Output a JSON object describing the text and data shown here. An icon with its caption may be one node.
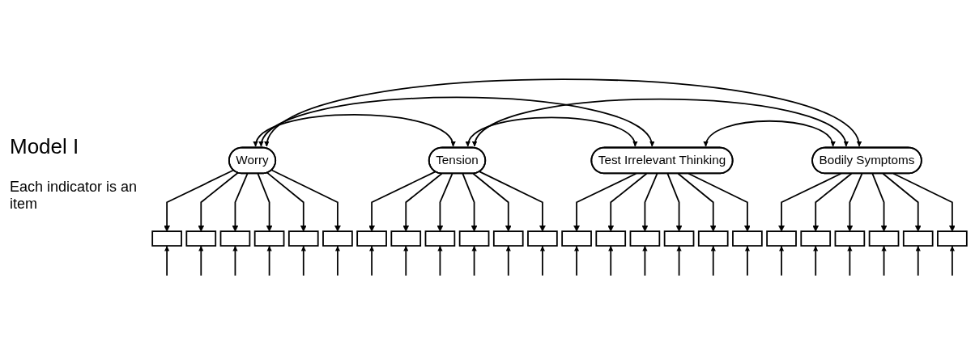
{
  "diagram": {
    "nodes": [
      {
        "text": [
          "Worry"
        ]
      },
      {
        "text": [
          "Tension"
        ]
      },
      {
        "text": [
          "Test Irrelevant Thinking"
        ]
      },
      {
        "text": [
          "Bodily Symptoms"
        ]
      },
      {
        "text": [],
        "shape": "box"
      },
      {
        "text": [],
        "shape": "box"
      },
      {
        "text": [],
        "shape": "box"
      },
      {
        "text": [],
        "shape": "box"
      },
      {
        "text": [],
        "shape": "box"
      },
      {
        "text": [],
        "shape": "box"
      },
      {
        "text": [],
        "shape": "box"
      },
      {
        "text": [],
        "shape": "box"
      },
      {
        "text": [],
        "shape": "box"
      },
      {
        "text": [],
        "shape": "box"
      },
      {
        "text": [],
        "shape": "box"
      },
      {
        "text": [],
        "shape": "box"
      },
      {
        "text": [],
        "shape": "box"
      },
      {
        "text": [],
        "shape": "box"
      },
      {
        "text": [],
        "shape": "box"
      },
      {
        "text": [],
        "shape": "box"
      },
      {
        "text": [],
        "shape": "box"
      },
      {
        "text": [],
        "shape": "box"
      },
      {
        "text": [],
        "shape": "box"
      },
      {
        "text": [],
        "shape": "box"
      },
      {
        "text": [],
        "shape": "box"
      },
      {
        "text": [],
        "shape": "box"
      },
      {
        "text": [],
        "shape": "box"
      },
      {
        "text": [],
        "shape": "box"
      }
    ],
    "edges": [
      {
        "from": 0,
        "to": 1,
        "arrow": "both"
      },
      {
        "from": 0,
        "to": 2,
        "arrow": "both"
      },
      {
        "from": 0,
        "to": 3,
        "arrow": "both"
      },
      {
        "from": 1,
        "to": 2,
        "arrow": "both"
      },
      {
        "from": 1,
        "to": 3,
        "arrow": "both"
      },
      {
        "from": 2,
        "to": 3,
        "arrow": "both"
      },
      {
        "from": 0,
        "to": 4,
        "arrow": "to"
      },
      {
        "from": 0,
        "to": 5,
        "arrow": "to"
      },
      {
        "from": 0,
        "to": 6,
        "arrow": "to"
      },
      {
        "from": 0,
        "to": 7,
        "arrow": "to"
      },
      {
        "from": 0,
        "to": 8,
        "arrow": "to"
      },
      {
        "from": 0,
        "to": 9,
        "arrow": "to"
      },
      {
        "from": 1,
        "to": 10,
        "arrow": "to"
      },
      {
        "from": 1,
        "to": 11,
        "arrow": "to"
      },
      {
        "from": 1,
        "to": 12,
        "arrow": "to"
      },
      {
        "from": 1,
        "to": 13,
        "arrow": "to"
      },
      {
        "from": 1,
        "to": 14,
        "arrow": "to"
      },
      {
        "from": 1,
        "to": 15,
        "arrow": "to"
      },
      {
        "from": 2,
        "to": 16,
        "arrow": "to"
      },
      {
        "from": 2,
        "to": 17,
        "arrow": "to"
      },
      {
        "from": 2,
        "to": 18,
        "arrow": "to"
      },
      {
        "from": 2,
        "to": 19,
        "arrow": "to"
      },
      {
        "from": 2,
        "to": 20,
        "arrow": "to"
      },
      {
        "from": 2,
        "to": 21,
        "arrow": "to"
      },
      {
        "from": 3,
        "to": 22,
        "arrow": "to"
      },
      {
        "from": 3,
        "to": 23,
        "arrow": "to"
      },
      {
        "from": 3,
        "to": 24,
        "arrow": "to"
      },
      {
        "from": 3,
        "to": 25,
        "arrow": "to"
      },
      {
        "from": 3,
        "to": 26,
        "arrow": "to"
      },
      {
        "from": 3,
        "to": 27,
        "arrow": "to"
      },
      {
        "from": null,
        "to": 4,
        "arrow": "to"
      },
      {
        "from": null,
        "to": 5,
        "arrow": "to"
      },
      {
        "from": null,
        "to": 6,
        "arrow": "to"
      },
      {
        "from": null,
        "to": 7,
        "arrow": "to"
      },
      {
        "from": null,
        "to": 8,
        "arrow": "to"
      },
      {
        "from": null,
        "to": 9,
        "arrow": "to"
      },
      {
        "from": null,
        "to": 10,
        "arrow": "to"
      },
      {
        "from": null,
        "to": 11,
        "arrow": "to"
      },
      {
        "from": null,
        "to": 12,
        "arrow": "to"
      },
      {
        "from": null,
        "to": 13,
        "arrow": "to"
      },
      {
        "from": null,
        "to": 14,
        "arrow": "to"
      },
      {
        "from": null,
        "to": 15,
        "arrow": "to"
      },
      {
        "from": null,
        "to": 16,
        "arrow": "to"
      },
      {
        "from": null,
        "to": 17,
        "arrow": "to"
      },
      {
        "from": null,
        "to": 18,
        "arrow": "to"
      },
      {
        "from": null,
        "to": 19,
        "arrow": "to"
      },
      {
        "from": null,
        "to": 20,
        "arrow": "to"
      },
      {
        "from": null,
        "to": 21,
        "arrow": "to"
      },
      {
        "from": null,
        "to": 22,
        "arrow": "to"
      },
      {
        "from": null,
        "to": 23,
        "arrow": "to"
      },
      {
        "from": null,
        "to": 24,
        "arrow": "to"
      },
      {
        "from": null,
        "to": 25,
        "arrow": "to"
      },
      {
        "from": null,
        "to": 26,
        "arrow": "to"
      },
      {
        "from": null,
        "to": 27,
        "arrow": "to"
      }
    ],
    "labels": [
      "Model I",
      "Each indicator is an item"
    ]
  }
}
